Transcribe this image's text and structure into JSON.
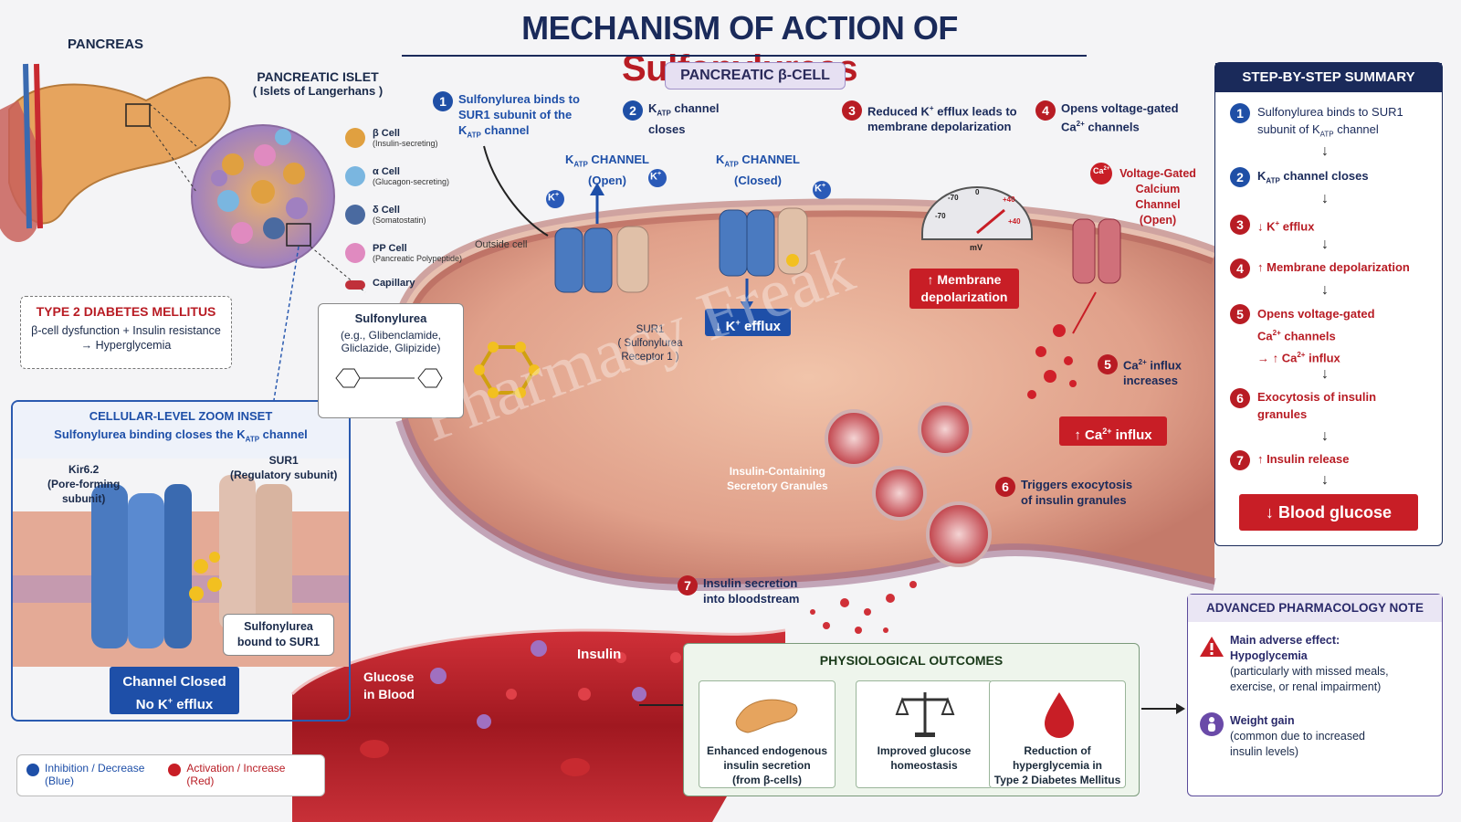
{
  "title": {
    "part1": "MECHANISM OF ACTION OF ",
    "part2": "Sulfonylureas"
  },
  "pancreas_label": "PANCREAS",
  "islet": {
    "title": "PANCREATIC ISLET",
    "subtitle": "( Islets of Langerhans )"
  },
  "islet_legend": [
    {
      "name": "β Cell",
      "desc": "(Insulin-secreting)",
      "color": "#e0a040"
    },
    {
      "name": "α Cell",
      "desc": "(Glucagon-secreting)",
      "color": "#7ab6e0"
    },
    {
      "name": "δ Cell",
      "desc": "(Somatostatin)",
      "color": "#4a6aa0"
    },
    {
      "name": "PP Cell",
      "desc": "(Pancreatic Polypeptide)",
      "color": "#e08ac0"
    },
    {
      "name": "Capillary",
      "desc": "",
      "color": "#c0303a"
    }
  ],
  "t2dm": {
    "title": "TYPE 2 DIABETES MELLITUS",
    "line1": "β-cell dysfunction + Insulin resistance",
    "line2": "→ Hyperglycemia"
  },
  "zoom": {
    "title": "CELLULAR-LEVEL ZOOM INSET",
    "subtitle_pre": "Sulfonylurea binding closes the K",
    "subtitle_sub": "ATP",
    "subtitle_post": " channel",
    "kir_label": "Kir6.2",
    "kir_desc1": "(Pore-forming",
    "kir_desc2": "subunit)",
    "sur_label": "SUR1",
    "sur_desc": "(Regulatory subunit)",
    "bound1": "Sulfonylurea",
    "bound2": "bound to SUR1",
    "closed1": "Channel Closed",
    "closed2_pre": "No K",
    "closed2_sup": "+",
    "closed2_post": " efflux"
  },
  "legend": {
    "inhib1": "Inhibition / Decrease",
    "inhib2": "(Blue)",
    "act1": "Activation / Increase",
    "act2": "(Red)",
    "blue": "#1e4fa8",
    "red": "#c81e26"
  },
  "cell_banner": "PANCREATIC β-CELL",
  "steps_top": [
    {
      "n": "1",
      "l1": "Sulfonylurea binds to",
      "l2": "SUR1 subunit of the",
      "l3_pre": "K",
      "l3_sub": "ATP",
      "l3_post": " channel"
    },
    {
      "n": "2",
      "l1_pre": "K",
      "l1_sub": "ATP",
      "l1_post": " channel",
      "l2": "closes"
    },
    {
      "n": "3",
      "l1_pre": "Reduced K",
      "l1_sup": "+",
      "l1_post": " efflux leads to",
      "l2": "membrane depolarization"
    },
    {
      "n": "4",
      "l1": "Opens voltage-gated",
      "l2_pre": "Ca",
      "l2_sup": "2+",
      "l2_post": " channels"
    }
  ],
  "katp_open": {
    "pre": "K",
    "sub": "ATP",
    "post": " CHANNEL",
    "state": "(Open)"
  },
  "katp_closed": {
    "pre": "K",
    "sub": "ATP",
    "post": " CHANNEL",
    "state": "(Closed)"
  },
  "outside_cell": "Outside cell",
  "k_ion": "K",
  "k_ion_sup": "+",
  "sur1_rec": {
    "l1": "SUR1",
    "l2": "( Sulfonylurea",
    "l3": "Receptor 1 )"
  },
  "sulfonylurea": {
    "title": "Sulfonylurea",
    "l1": "(e.g., Glibenclamide,",
    "l2": "Gliclazide, Glipizide)"
  },
  "k_efflux": {
    "pre": "↓ K",
    "sup": "+",
    "post": " efflux"
  },
  "gauge": {
    "t1": "-70",
    "t2": "0",
    "t3": "+40",
    "t4": "-70",
    "t5": "+40",
    "unit": "mV"
  },
  "depol": {
    "l1": "↑ Membrane",
    "l2": "depolarization"
  },
  "vgcc": {
    "ion_pre": "Ca",
    "ion_sup": "2+",
    "l1": "Voltage-Gated",
    "l2": "Calcium Channel",
    "l3": "(Open)"
  },
  "step5": {
    "n": "5",
    "l1_pre": "Ca",
    "l1_sup": "2+",
    "l1_post": " influx",
    "l2": "increases"
  },
  "ca_influx": {
    "pre": "↑ Ca",
    "sup": "2+",
    "post": " influx"
  },
  "granules": {
    "l1": "Insulin-Containing",
    "l2": "Secretory Granules"
  },
  "step6": {
    "n": "6",
    "l1": "Triggers exocytosis",
    "l2": "of insulin granules"
  },
  "step7": {
    "n": "7",
    "l1": "Insulin secretion",
    "l2": "into bloodstream"
  },
  "watermark": "Pharmacy Freak",
  "blood": {
    "glucose1": "Glucose",
    "glucose2": "in Blood",
    "insulin": "Insulin"
  },
  "outcomes": {
    "title": "PHYSIOLOGICAL OUTCOMES",
    "items": [
      {
        "l1": "Enhanced endogenous",
        "l2": "insulin secretion",
        "l3": "(from β-cells)"
      },
      {
        "l1": "Improved glucose",
        "l2": "homeostasis",
        "l3": ""
      },
      {
        "l1": "Reduction of",
        "l2": "hyperglycemia in",
        "l3": "Type 2 Diabetes Mellitus"
      }
    ]
  },
  "summary": {
    "title": "STEP-BY-STEP SUMMARY",
    "s1": {
      "n": "1",
      "l1": "Sulfonylurea binds to SUR1",
      "l2_pre": "subunit of K",
      "l2_sub": "ATP",
      "l2_post": " channel"
    },
    "s2": {
      "n": "2",
      "pre": "K",
      "sub": "ATP",
      "post": " channel closes"
    },
    "s3": {
      "n": "3",
      "pre": "↓ K",
      "sup": "+",
      "post": " efflux"
    },
    "s4": {
      "n": "4",
      "text": "↑ Membrane depolarization"
    },
    "s5": {
      "n": "5",
      "l1": "Opens voltage-gated",
      "l2_pre": "Ca",
      "l2_sup": "2+",
      "l2_post": " channels",
      "l3_pre": "→ ↑ Ca",
      "l3_sup": "2+",
      "l3_post": " influx"
    },
    "s6": {
      "n": "6",
      "l1": "Exocytosis of insulin",
      "l2": "granules"
    },
    "s7": {
      "n": "7",
      "text": "↑ Insulin release"
    },
    "final": "↓ Blood glucose"
  },
  "note": {
    "title": "ADVANCED PHARMACOLOGY NOTE",
    "a1": "Main adverse effect:",
    "a2": "Hypoglycemia",
    "a3": "(particularly with missed meals,",
    "a4": "exercise, or renal impairment)",
    "w1": "Weight gain",
    "w2": "(common due to increased",
    "w3": "insulin levels)"
  }
}
